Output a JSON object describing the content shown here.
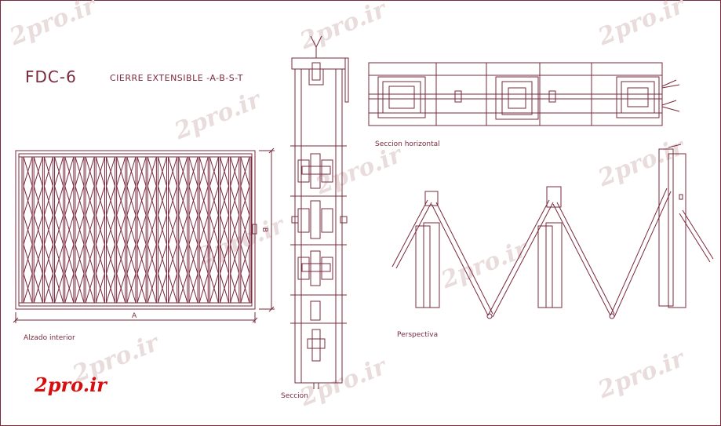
{
  "drawing": {
    "title": "FDC-6",
    "subtitle": "CIERRE EXTENSIBLE -A-B-S-T",
    "views": {
      "interior_elevation": "Alzado interior",
      "section": "Seccion",
      "horizontal_section": "Seccion horizontal",
      "perspective": "Perspectiva"
    },
    "dimensions": {
      "width": "A",
      "height": "B"
    }
  },
  "branding": {
    "logo": "2pro.ir",
    "watermark": "2pro.ir"
  },
  "colors": {
    "line": "#7a2a3e",
    "watermark": "#e9dcdc",
    "logo": "#d80d0d",
    "background": "#ffffff"
  }
}
